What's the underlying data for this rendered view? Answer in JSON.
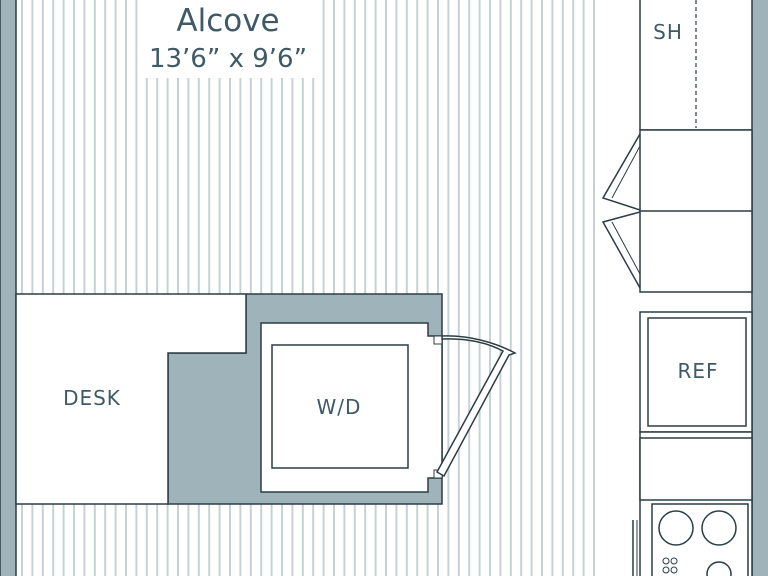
{
  "room": {
    "name": "Alcove",
    "dimensions": "13’6” x 9’6”"
  },
  "fixtures": {
    "shower": "SH",
    "desk": "DESK",
    "washer_dryer": "W/D",
    "refrigerator": "REF"
  },
  "colors": {
    "wall": "#9fb3bb",
    "wall_outline": "#2b3d45",
    "line": "#2b3d45",
    "floor_stripe": "#c7d2d6",
    "text": "#3f5a66",
    "background": "#ffffff"
  }
}
